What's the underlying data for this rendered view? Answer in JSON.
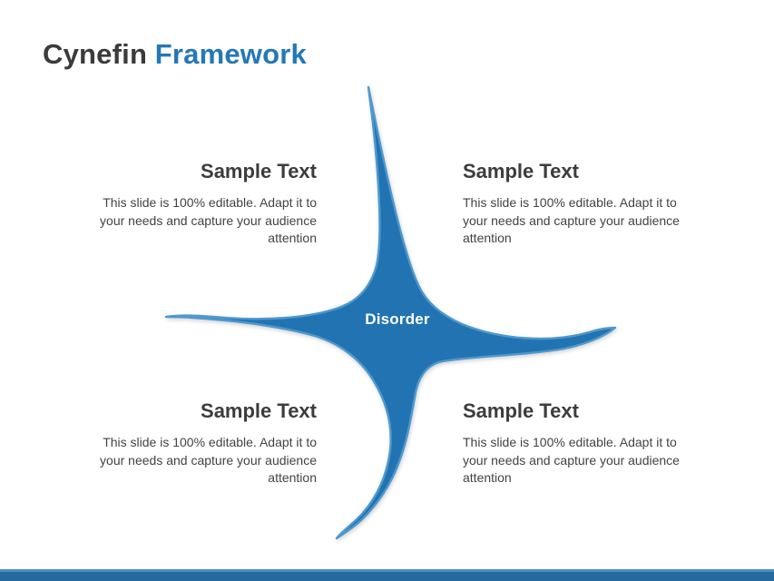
{
  "title": {
    "part1": "Cynefin",
    "part2": "Framework"
  },
  "center_label": "Disorder",
  "quadrants": [
    {
      "position": "top-left",
      "heading": "Sample Text",
      "body": "This slide is 100% editable. Adapt it to your needs and capture your audience attention"
    },
    {
      "position": "top-right",
      "heading": "Sample Text",
      "body": "This slide is 100% editable. Adapt it to your needs and capture your audience attention"
    },
    {
      "position": "bottom-left",
      "heading": "Sample Text",
      "body": "This slide is 100% editable. Adapt it to your needs and capture your audience attention"
    },
    {
      "position": "bottom-right",
      "heading": "Sample Text",
      "body": "This slide is 100% editable. Adapt it to your needs and capture your audience attention"
    }
  ],
  "colors": {
    "title_dark": "#3b3b3b",
    "title_blue": "#2478b8",
    "shape_fill": "#2173b2",
    "shape_stroke": "#4e99ce",
    "center_label_text": "#ffffff",
    "body_text": "#404040",
    "footer_bar": "#26699e",
    "footer_bar_highlight": "#4a8fc2"
  }
}
